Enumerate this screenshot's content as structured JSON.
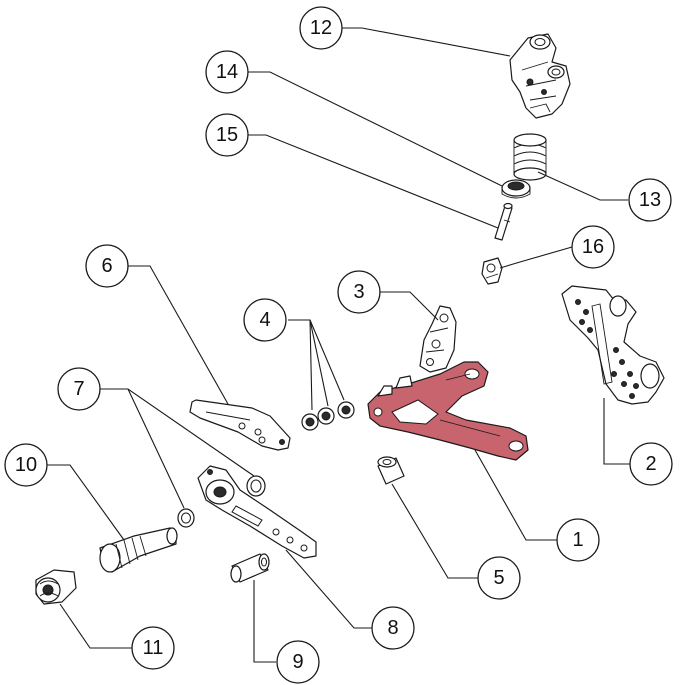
{
  "diagram": {
    "type": "exploded-parts-view",
    "highlight_color": "#c8646e",
    "line_color": "#1a1a1a",
    "callouts": [
      {
        "id": "1",
        "label": "1"
      },
      {
        "id": "2",
        "label": "2"
      },
      {
        "id": "3",
        "label": "3"
      },
      {
        "id": "4",
        "label": "4"
      },
      {
        "id": "5",
        "label": "5"
      },
      {
        "id": "6",
        "label": "6"
      },
      {
        "id": "7",
        "label": "7"
      },
      {
        "id": "8",
        "label": "8"
      },
      {
        "id": "9",
        "label": "9"
      },
      {
        "id": "10",
        "label": "10"
      },
      {
        "id": "11",
        "label": "11"
      },
      {
        "id": "12",
        "label": "12"
      },
      {
        "id": "13",
        "label": "13"
      },
      {
        "id": "14",
        "label": "14"
      },
      {
        "id": "15",
        "label": "15"
      },
      {
        "id": "16",
        "label": "16"
      }
    ]
  }
}
